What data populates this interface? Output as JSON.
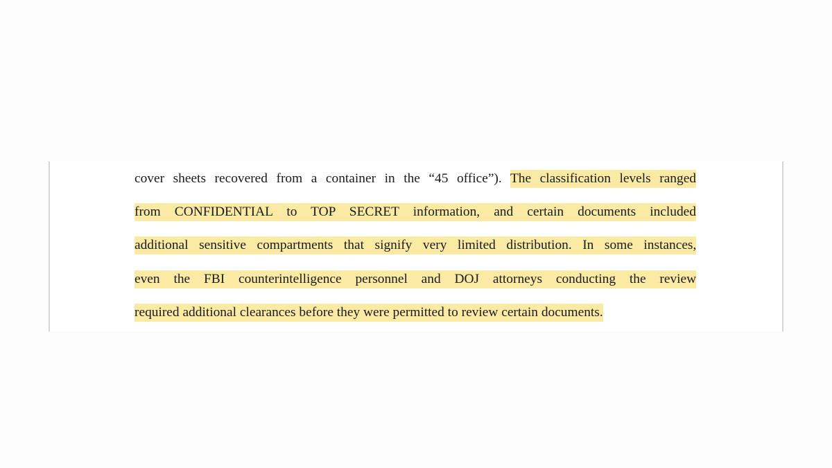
{
  "document": {
    "lines": [
      {
        "plain": "cover sheets recovered from a container in the “45 office”). ",
        "highlighted": "The classification levels ranged"
      },
      {
        "plain": "",
        "highlighted": "from CONFIDENTIAL to TOP SECRET information, and certain documents included"
      },
      {
        "plain": "",
        "highlighted": "additional sensitive compartments that signify very limited distribution. In some instances,"
      },
      {
        "plain": "",
        "highlighted": "even the FBI counterintelligence personnel and DOJ attorneys conducting the review"
      },
      {
        "plain": "",
        "highlighted": "required additional clearances before they were permitted to review certain documents."
      }
    ],
    "highlight_color": "#fbeaa4",
    "text_color": "#1a1a1a"
  }
}
